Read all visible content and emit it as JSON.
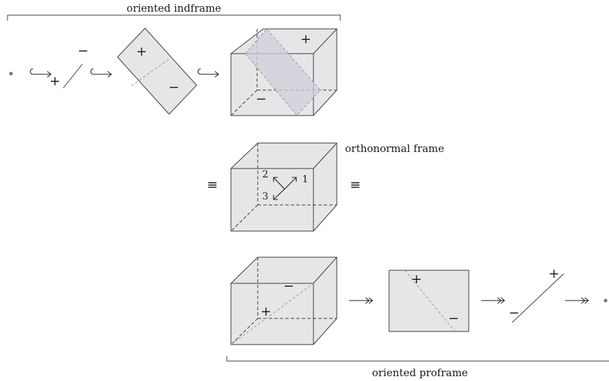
{
  "labels": {
    "indframe": "oriented indframe",
    "orthonormal": "orthonormal frame",
    "proframe": "oriented proframe"
  },
  "signs": {
    "plus": "+",
    "minus": "−",
    "equiv": "≡"
  },
  "axes": [
    "1",
    "2",
    "3"
  ],
  "colors": {
    "face": "#e6e6e8",
    "plane": "#d2d2dc",
    "stroke": "#3a3a3a",
    "point": "#777777"
  },
  "icons": [
    "hook-arrow-icon",
    "two-headed-arrow-icon",
    "point-icon"
  ]
}
